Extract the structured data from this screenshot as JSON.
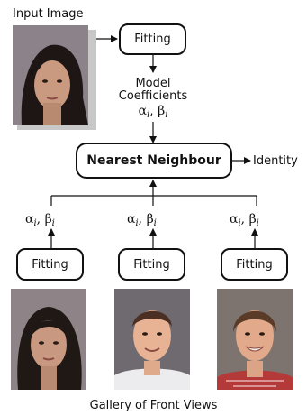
{
  "input": {
    "title": "Input Image",
    "fitting_label": "Fitting",
    "output_label_line1": "Model",
    "output_label_line2": "Coefficients",
    "params": "α, β"
  },
  "matcher": {
    "label": "Nearest Neighbour",
    "output": "Identity"
  },
  "gallery": {
    "caption": "Gallery of Front Views",
    "entries": [
      {
        "fitting_label": "Fitting",
        "params": "α, β"
      },
      {
        "fitting_label": "Fitting",
        "params": "α, β"
      },
      {
        "fitting_label": "Fitting",
        "params": "α, β"
      }
    ]
  },
  "subscript": "i"
}
